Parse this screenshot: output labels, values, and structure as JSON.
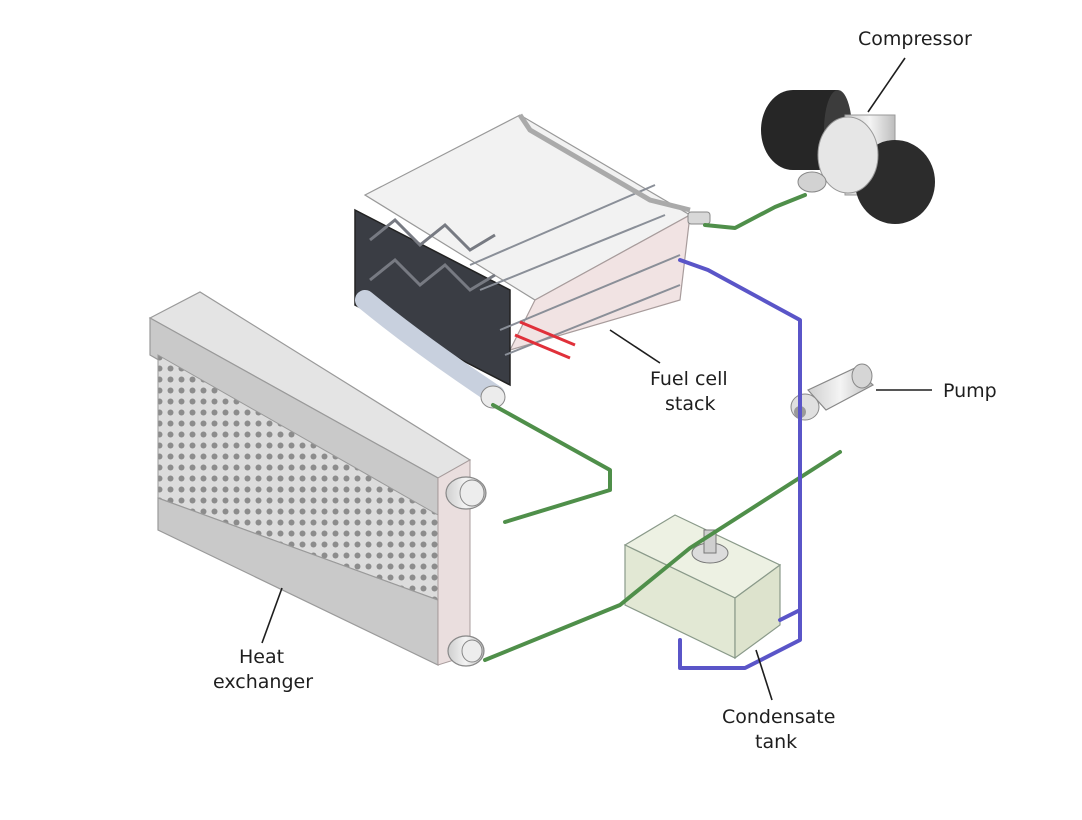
{
  "labels": {
    "compressor": "Compressor",
    "fuel_cell_line1": "Fuel cell",
    "fuel_cell_line2": "stack",
    "pump": "Pump",
    "heat_exchanger_line1": "Heat",
    "heat_exchanger_line2": "exchanger",
    "condensate_line1": "Condensate",
    "condensate_line2": "tank"
  },
  "colors": {
    "air_pipe": "#4f8f4a",
    "water_pipe": "#5a55c8",
    "hot_pipe": "#e0303a",
    "label": "#1e1e1e"
  }
}
